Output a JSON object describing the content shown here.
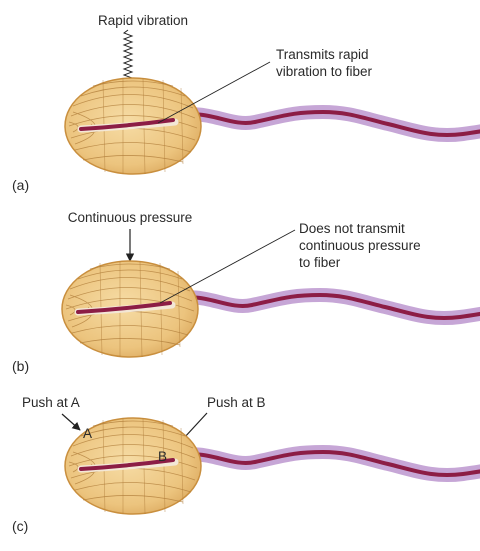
{
  "colors": {
    "capsule_fill": "#ecc47e",
    "capsule_edge": "#c98f3e",
    "lamella": "#b07d3a",
    "fiber_core": "#8c1d45",
    "myelin": "#c6a6d6",
    "myelin_edge": "#8e68ac",
    "pointer": "#222222"
  },
  "panels": [
    {
      "id": "a",
      "letter": "(a)",
      "stimulus_label": "Rapid vibration",
      "annotation": [
        "Transmits rapid",
        "vibration to fiber"
      ]
    },
    {
      "id": "b",
      "letter": "(b)",
      "stimulus_label": "Continuous pressure",
      "annotation": [
        "Does not transmit",
        "continuous pressure",
        "to fiber"
      ]
    },
    {
      "id": "c",
      "letter": "(c)",
      "push_a_label": "Push at A",
      "push_b_label": "Push at B",
      "point_a": "A",
      "point_b": "B"
    }
  ]
}
